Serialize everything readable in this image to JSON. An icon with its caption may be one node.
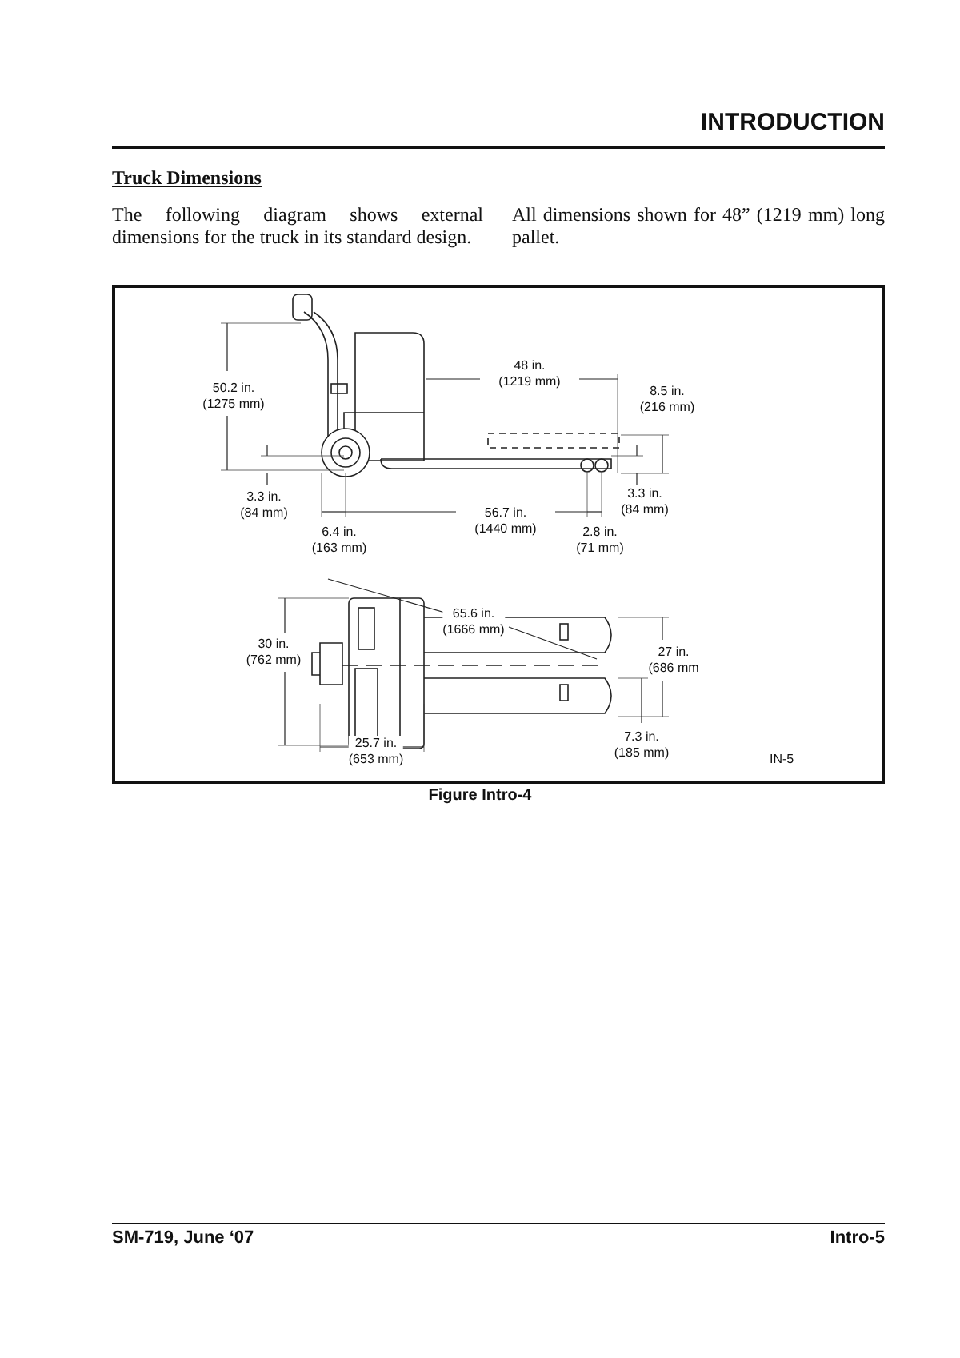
{
  "diagram": {
    "title": "Truck Dimensions",
    "caption": "Figure Intro-4",
    "labels": [
      "INTRODUCTION",
      "The following diagram shows external dimensions for the truck in its standard design.",
      "All dimensions shown for 48” (1219 mm) long pallet.",
      "50.2 in. (1275 mm)",
      "48 in. (1219 mm)",
      "8.5 in. (216 mm)",
      "3.3 in. (84 mm)",
      "3.3 in. (84 mm)",
      "56.7 in. (1440 mm)",
      "6.4 in. (163 mm)",
      "2.8 in. (71 mm)",
      "65.6 in. (1666 mm)",
      "30 in. (762 mm)",
      "27 in. (686 mm",
      "25.7 in. (653 mm)",
      "7.3 in. (185 mm)",
      "IN-5",
      "SM-719, June ‘07",
      "Intro-5"
    ]
  }
}
